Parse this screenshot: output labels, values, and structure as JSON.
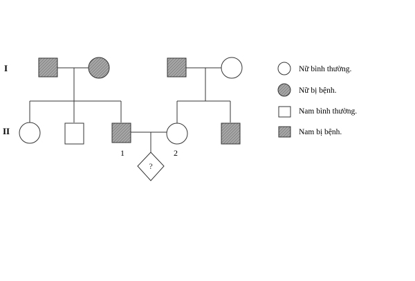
{
  "generations": {
    "gen1": "I",
    "gen2": "II"
  },
  "individual_numbers": {
    "ii1": "1",
    "ii2": "2"
  },
  "unknown_child_mark": "?",
  "legend": {
    "female_normal": "Nữ bình thường.",
    "female_affected": "Nữ bị bệnh.",
    "male_normal": "Nam bình thường.",
    "male_affected": "Nam bị bệnh."
  },
  "colors": {
    "line": "#333333",
    "affected_fill": "#9a9a9a",
    "normal_fill": "#ffffff"
  }
}
